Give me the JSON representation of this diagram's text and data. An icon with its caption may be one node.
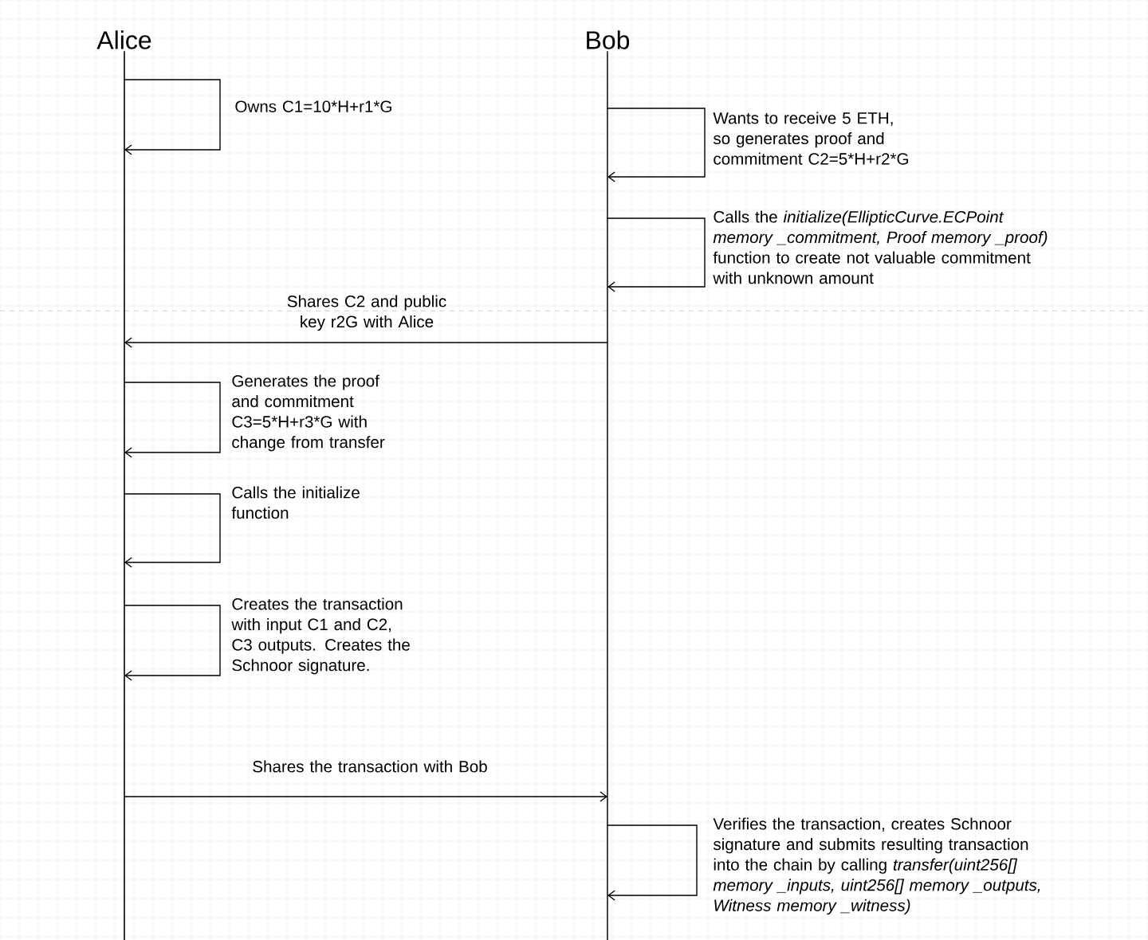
{
  "diagram": {
    "nodes": [
      {
        "text": [
          "Alice"
        ]
      },
      {
        "text": [
          "Bob"
        ]
      }
    ],
    "edges": [
      {
        "from": 0,
        "to": 0,
        "arrow": "to",
        "label": "Owns C1=10*H+r1*G"
      },
      {
        "from": 1,
        "to": 1,
        "arrow": "to",
        "label": "Wants to receive 5 ETH, so generates proof and commitment C2=5*H+r2*G"
      },
      {
        "from": 1,
        "to": 1,
        "arrow": "to",
        "label": "Calls the *initialize(EllipticCurve.ECPoint memory _commitment, Proof memory _proof)* function to create not valuable commitment with unknown amount"
      },
      {
        "from": 1,
        "to": 0,
        "arrow": "to",
        "label": "Shares C2 and public key r2G with Alice"
      },
      {
        "from": 0,
        "to": 0,
        "arrow": "to",
        "label": "Generates the proof and commitment C3=5*H+r3*G with change from transfer"
      },
      {
        "from": 0,
        "to": 0,
        "arrow": "to",
        "label": "Calls the initialize function"
      },
      {
        "from": 0,
        "to": 0,
        "arrow": "to",
        "label": "Creates the transaction with input C1 and C2, C3 outputs. Creates the Schnoor signature."
      },
      {
        "from": 0,
        "to": 1,
        "arrow": "to",
        "label": "Shares the transaction with Bob"
      },
      {
        "from": 1,
        "to": 1,
        "arrow": "to",
        "label": "Verifies the transaction, creates Schnoor signature and submits resulting transaction into the chain by calling *transfer(uint256[] memory _inputs, uint256[] memory _outputs, Witness memory _witness)*"
      }
    ]
  }
}
